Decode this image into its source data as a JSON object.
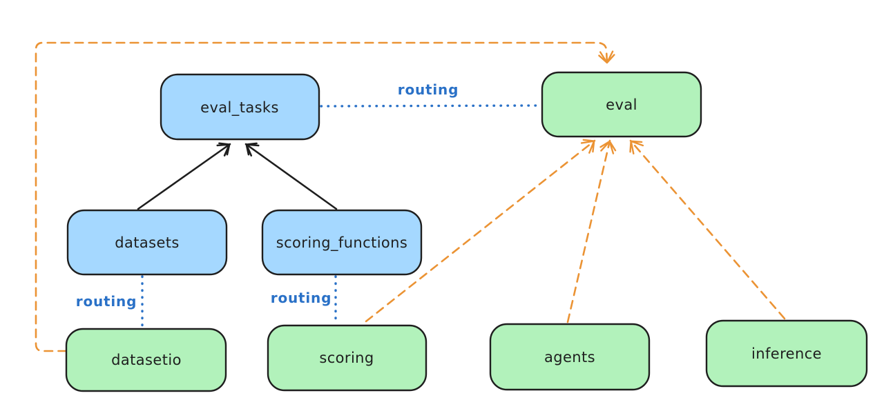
{
  "diagram": {
    "colors": {
      "background": "#ffffff",
      "box_stroke": "#1e1e1e",
      "blue_fill": "#a5d8ff",
      "green_fill": "#b2f2bb",
      "black_edge": "#1e1e1e",
      "routing_blue": "#2a71c7",
      "orange": "#eb9334"
    },
    "nodes": {
      "eval_tasks": {
        "label": "eval_tasks",
        "color": "blue"
      },
      "eval": {
        "label": "eval",
        "color": "green"
      },
      "datasets": {
        "label": "datasets",
        "color": "blue"
      },
      "scoring_functions": {
        "label": "scoring_functions",
        "color": "blue"
      },
      "datasetio": {
        "label": "datasetio",
        "color": "green"
      },
      "scoring": {
        "label": "scoring",
        "color": "green"
      },
      "agents": {
        "label": "agents",
        "color": "green"
      },
      "inference": {
        "label": "inference",
        "color": "green"
      }
    },
    "edges": [
      {
        "from": "datasets",
        "to": "eval_tasks",
        "style": "solid-arrow",
        "color": "black",
        "label": ""
      },
      {
        "from": "scoring_functions",
        "to": "eval_tasks",
        "style": "solid-arrow",
        "color": "black",
        "label": ""
      },
      {
        "from": "eval_tasks",
        "to": "eval",
        "style": "dotted",
        "color": "blue",
        "label": "routing"
      },
      {
        "from": "datasets",
        "to": "datasetio",
        "style": "dotted",
        "color": "blue",
        "label": "routing"
      },
      {
        "from": "scoring_functions",
        "to": "scoring",
        "style": "dotted",
        "color": "blue",
        "label": "routing"
      },
      {
        "from": "datasetio",
        "to": "eval",
        "style": "dashed-arrow",
        "color": "orange",
        "label": ""
      },
      {
        "from": "scoring",
        "to": "eval",
        "style": "dashed-arrow",
        "color": "orange",
        "label": ""
      },
      {
        "from": "agents",
        "to": "eval",
        "style": "dashed-arrow",
        "color": "orange",
        "label": ""
      },
      {
        "from": "inference",
        "to": "eval",
        "style": "dashed-arrow",
        "color": "orange",
        "label": ""
      }
    ]
  }
}
